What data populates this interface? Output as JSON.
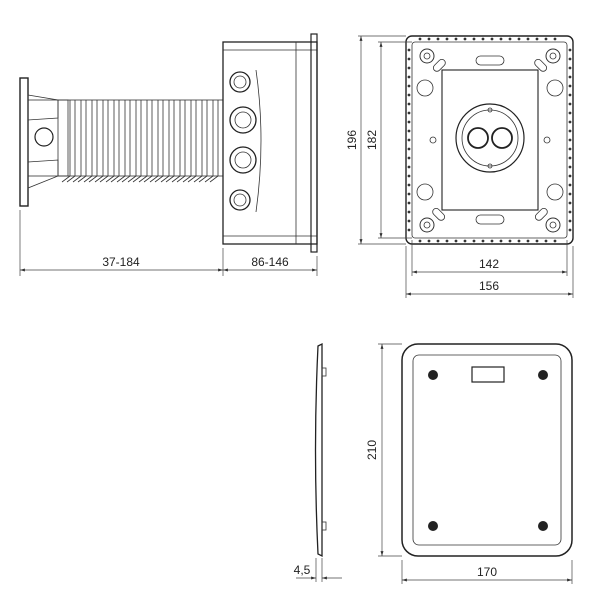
{
  "dimensions": {
    "depth_range": "37-184",
    "box_depth_range": "86-146",
    "box_outer_height": "196",
    "box_inner_height": "182",
    "box_inner_width": "142",
    "box_outer_width": "156",
    "cover_thickness": "4,5",
    "cover_height": "210",
    "cover_width": "170"
  },
  "colors": {
    "line": "#222222",
    "background": "#ffffff"
  }
}
